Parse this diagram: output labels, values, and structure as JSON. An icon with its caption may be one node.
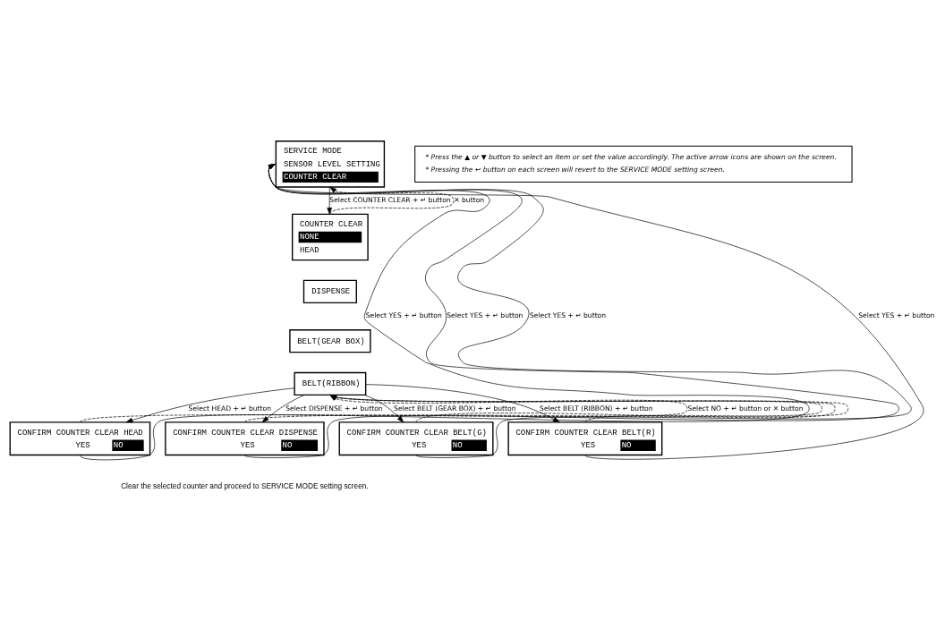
{
  "diagram": {
    "nodes": [
      {
        "text": [
          "SERVICE MODE",
          "SENSOR LEVEL SETTING",
          "COUNTER CLEAR"
        ]
      },
      {
        "text": [
          "COUNTER CLEAR",
          "NONE",
          "HEAD"
        ]
      },
      {
        "text": [
          "DISPENSE"
        ]
      },
      {
        "text": [
          "BELT(GEAR BOX)"
        ]
      },
      {
        "text": [
          "BELT(RIBBON)"
        ]
      },
      {
        "text": [
          "CONFIRM COUNTER CLEAR HEAD",
          "YES",
          "NO"
        ]
      },
      {
        "text": [
          "CONFIRM COUNTER CLEAR DISPENSE",
          "YES",
          "NO"
        ]
      },
      {
        "text": [
          "CONFIRM COUNTER CLEAR BELT(G)",
          "YES",
          "NO"
        ]
      },
      {
        "text": [
          "CONFIRM COUNTER CLEAR BELT(R)",
          "YES",
          "NO"
        ]
      },
      {
        "text": [
          "* Press the ▲ or ▼ button to select an item or set the value accordingly. The active arrow icons are shown on the screen.",
          "* Pressing the ↩ button on each screen will revert to the SERVICE MODE setting screen."
        ]
      }
    ],
    "edges": [
      {
        "from": 0,
        "to": 1,
        "arrow": "to",
        "label": "Select COUNTER CLEAR + ↵ button"
      },
      {
        "from": 1,
        "to": 0,
        "arrow": "to",
        "label": "✕ button",
        "style": "dashed"
      },
      {
        "from": 4,
        "to": 5,
        "arrow": "to",
        "label": "Select HEAD + ↵ button"
      },
      {
        "from": 4,
        "to": 6,
        "arrow": "to",
        "label": "Select DISPENSE + ↵ button"
      },
      {
        "from": 4,
        "to": 7,
        "arrow": "to",
        "label": "Select BELT (GEAR BOX) + ↵ button"
      },
      {
        "from": 4,
        "to": 8,
        "arrow": "to",
        "label": "Select BELT (RIBBON) + ↵ button"
      },
      {
        "from": 5,
        "to": 4,
        "arrow": "to",
        "label": "Select NO + ↵ button or ✕ button",
        "style": "dashed"
      },
      {
        "from": 6,
        "to": 4,
        "arrow": "to",
        "style": "dashed"
      },
      {
        "from": 7,
        "to": 4,
        "arrow": "to",
        "style": "dashed"
      },
      {
        "from": 8,
        "to": 4,
        "arrow": "to",
        "style": "dashed"
      },
      {
        "from": 5,
        "to": 0,
        "arrow": "to",
        "label": "Select YES + ↵ button"
      },
      {
        "from": 6,
        "to": 0,
        "arrow": "to",
        "label": "Select YES + ↵ button"
      },
      {
        "from": 7,
        "to": 0,
        "arrow": "to",
        "label": "Select YES + ↵ button"
      },
      {
        "from": 8,
        "to": 0,
        "arrow": "to",
        "label": "Select YES + ↵ button"
      }
    ],
    "labels": [
      "Clear the selected counter and proceed to SERVICE MODE setting screen."
    ]
  }
}
